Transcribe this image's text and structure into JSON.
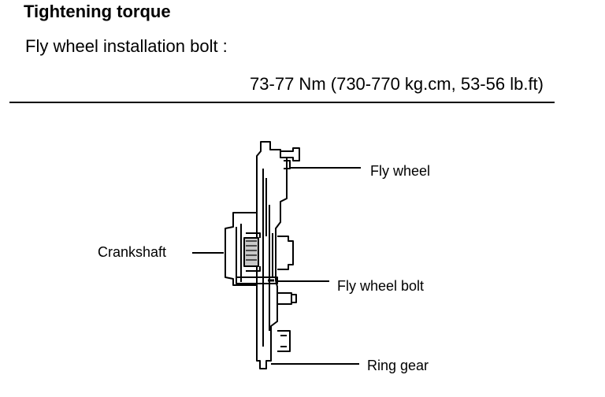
{
  "heading": "Tightening torque",
  "spec": {
    "label": "Fly wheel installation bolt :",
    "value": "73-77 Nm (730-770 kg.cm, 53-56 lb.ft)"
  },
  "diagram": {
    "labels": {
      "fly_wheel": "Fly wheel",
      "crankshaft": "Crankshaft",
      "fly_wheel_bolt": "Fly wheel bolt",
      "ring_gear": "Ring gear"
    }
  }
}
